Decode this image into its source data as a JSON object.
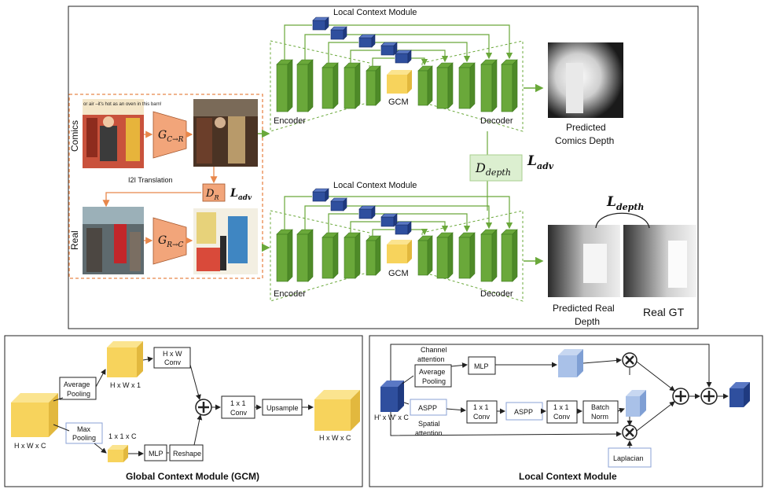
{
  "top_panel": {
    "lcm_label_top": "Local Context Module",
    "lcm_label_bottom": "Local Context Module",
    "encoder_label_top": "Encoder",
    "decoder_label_top": "Decoder",
    "gcm_label_top": "GCM",
    "encoder_label_bottom": "Encoder",
    "decoder_label_bottom": "Decoder",
    "gcm_label_bottom": "GCM",
    "comics_label": "Comics",
    "real_label": "Real",
    "g_c2r_main": "G",
    "g_c2r_sub": "C→R",
    "g_r2c_main": "G",
    "g_r2c_sub": "R→C",
    "dr_main": "D",
    "dr_sub": "R",
    "i2i_label": "I2I Translation",
    "ladv_small_main": "L",
    "ladv_small_sub": "adv",
    "ddepth_main": "D",
    "ddepth_sub": "depth",
    "ladv_main": "L",
    "ladv_sub": "adv",
    "ldepth_main": "L",
    "ldepth_sub": "depth",
    "pred_comics_line1": "Predicted",
    "pred_comics_line2": "Comics Depth",
    "pred_real_line1": "Predicted Real",
    "pred_real_line2": "Depth",
    "real_gt": "Real GT",
    "comic_text": "or air –it's hot as an oven in this barn!"
  },
  "gcm_panel": {
    "title": "Global Context Module (GCM)",
    "input_dim": "H x W x C",
    "avg_pool_line1": "Average",
    "avg_pool_line2": "Pooling",
    "max_pool_line1": "Max",
    "max_pool_line2": "Pooling",
    "hw1_dim": "H x W x 1",
    "c11_dim": "1 x 1 x C",
    "hw_conv_line1": "H x W",
    "hw_conv_line2": "Conv",
    "mlp": "MLP",
    "reshape": "Reshape",
    "conv11_line1": "1 x 1",
    "conv11_line2": "Conv",
    "upsample": "Upsample",
    "output_dim": "H x W x C"
  },
  "lcm_panel": {
    "title": "Local Context Module",
    "channel_attention_line1": "Channel",
    "channel_attention_line2": "attention",
    "avg_pool_line1": "Average",
    "avg_pool_line2": "Pooling",
    "mlp": "MLP",
    "input_dim": "H' x W' x C",
    "aspp_1": "ASPP",
    "spatial_line1": "Spatial",
    "spatial_line2": "attention",
    "conv11a_line1": "1 x 1",
    "conv11a_line2": "Conv",
    "aspp_2": "ASPP",
    "conv11b_line1": "1 x 1",
    "conv11b_line2": "Conv",
    "batchnorm_line1": "Batch",
    "batchnorm_line2": "Norm",
    "laplacian": "Laplacian"
  },
  "colors": {
    "encoder_green": "#6aa83a",
    "encoder_green_dark": "#4e8a28",
    "lcm_blue": "#2f4f9e",
    "gcm_yellow": "#f7d35c",
    "generator_orange": "#f2a57a",
    "translation_border": "#e8874b",
    "ddepth_fill": "#dcefd0"
  }
}
